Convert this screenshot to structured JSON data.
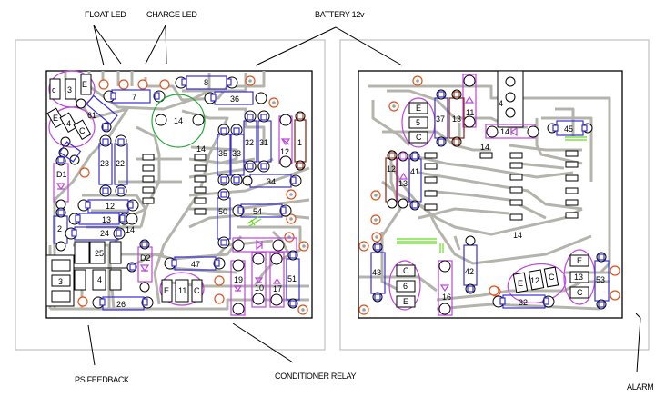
{
  "title": "Battery charger PCB layout",
  "annotations": {
    "float_led": "FLOAT LED",
    "charge_led": "CHARGE LED",
    "battery": "BATTERY 12v",
    "ps_feedback": "PS FEEDBACK",
    "conditioner_relay": "CONDITIONER RELAY",
    "alarm": "ALARM"
  },
  "colors": {
    "trace": "#b4b4ac",
    "component_outline": "#3a2fd0",
    "diode_outline": "#c044e0",
    "mount_hole": "#e0521c",
    "resistor_red": "#8a1f0a",
    "cap_green": "#66dd22",
    "pot_circle": "#22aa33"
  },
  "left_board": {
    "components": {
      "r7": "7",
      "r8": "8",
      "r36": "36",
      "relay14": "14",
      "ic14": "14",
      "r23": "23",
      "r22": "22",
      "r12": "12",
      "r13": "13",
      "r24": "24",
      "r25": "25",
      "t4": "4",
      "t3": "3",
      "r26": "26",
      "d1": "D1",
      "d2": "D2",
      "r2": "2",
      "r61": "61",
      "q_e": "E",
      "q_4": "4",
      "q_c": "C",
      "q_a": "c",
      "q_3": "3",
      "q_m": "E",
      "r35": "35",
      "r33": "33",
      "r32": "32",
      "r31": "31",
      "r34": "34",
      "d12": "12",
      "r1": "1",
      "r50": "50",
      "r54": "54",
      "r47": "47",
      "t11_e": "E",
      "t11": "11",
      "t11_c": "C",
      "d19": "19",
      "d10": "10",
      "d17": "17",
      "r51": "51",
      "r14b": "14"
    }
  },
  "right_board": {
    "components": {
      "q5_e": "E",
      "q5": "5",
      "q5_c": "C",
      "r37": "37",
      "r13": "13",
      "d11": "11",
      "d14": "14",
      "r45": "45",
      "ic14": "14",
      "ic14b": "14",
      "r12": "12",
      "d13": "13",
      "r41": "41",
      "r43": "43",
      "q6_c": "C",
      "q6": "6",
      "q6_e": "E",
      "d16": "16",
      "r42": "42",
      "q12_e": "E",
      "q12": "12",
      "q12_c": "C",
      "r32": "32",
      "q13_e": "E",
      "q13": "13",
      "q13_c": "C",
      "r53": "53",
      "conn4": "4"
    }
  }
}
